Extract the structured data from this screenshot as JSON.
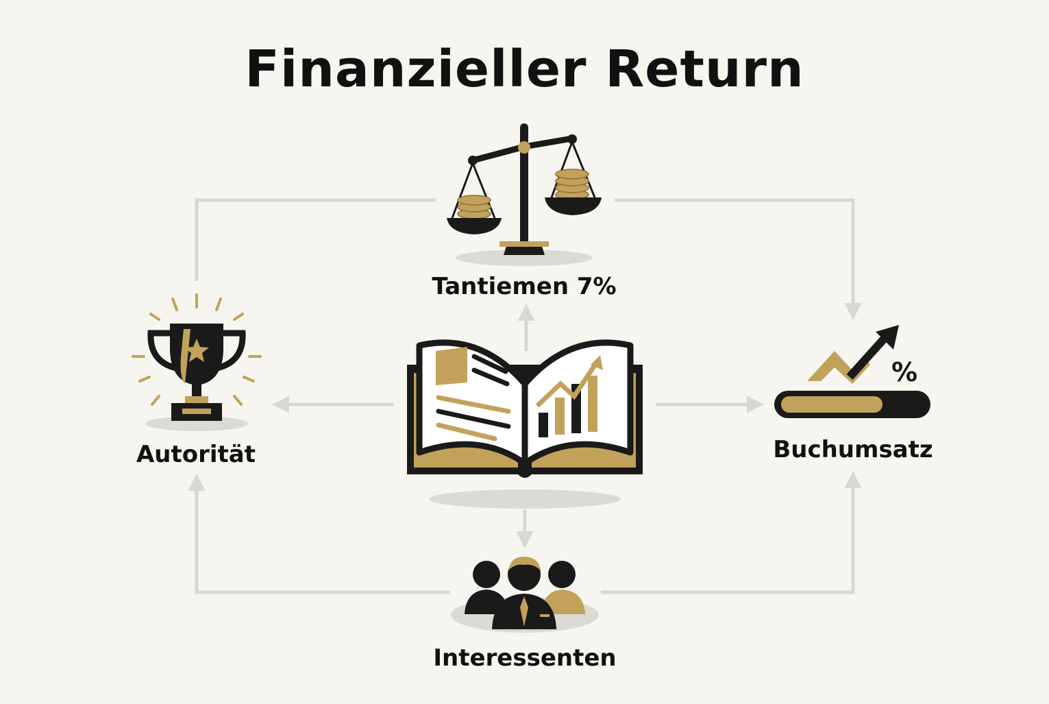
{
  "title": "Finanzieller Return",
  "colors": {
    "background": "#f7f5ef",
    "dark": "#1a1a1a",
    "gold": "#c2a25a",
    "connector": "#d9d7d2",
    "shadow": "#dcdad4"
  },
  "nodes": {
    "top": {
      "label": "Tantiemen 7%",
      "icon": "scale-with-coins-icon"
    },
    "left": {
      "label": "Autorität",
      "icon": "trophy-icon"
    },
    "right": {
      "label": "Buchumsatz",
      "icon": "growth-chart-percent-icon",
      "badge": "%"
    },
    "bottom": {
      "label": "Interessenten",
      "icon": "people-group-icon"
    },
    "center": {
      "icon": "open-book-icon"
    }
  }
}
